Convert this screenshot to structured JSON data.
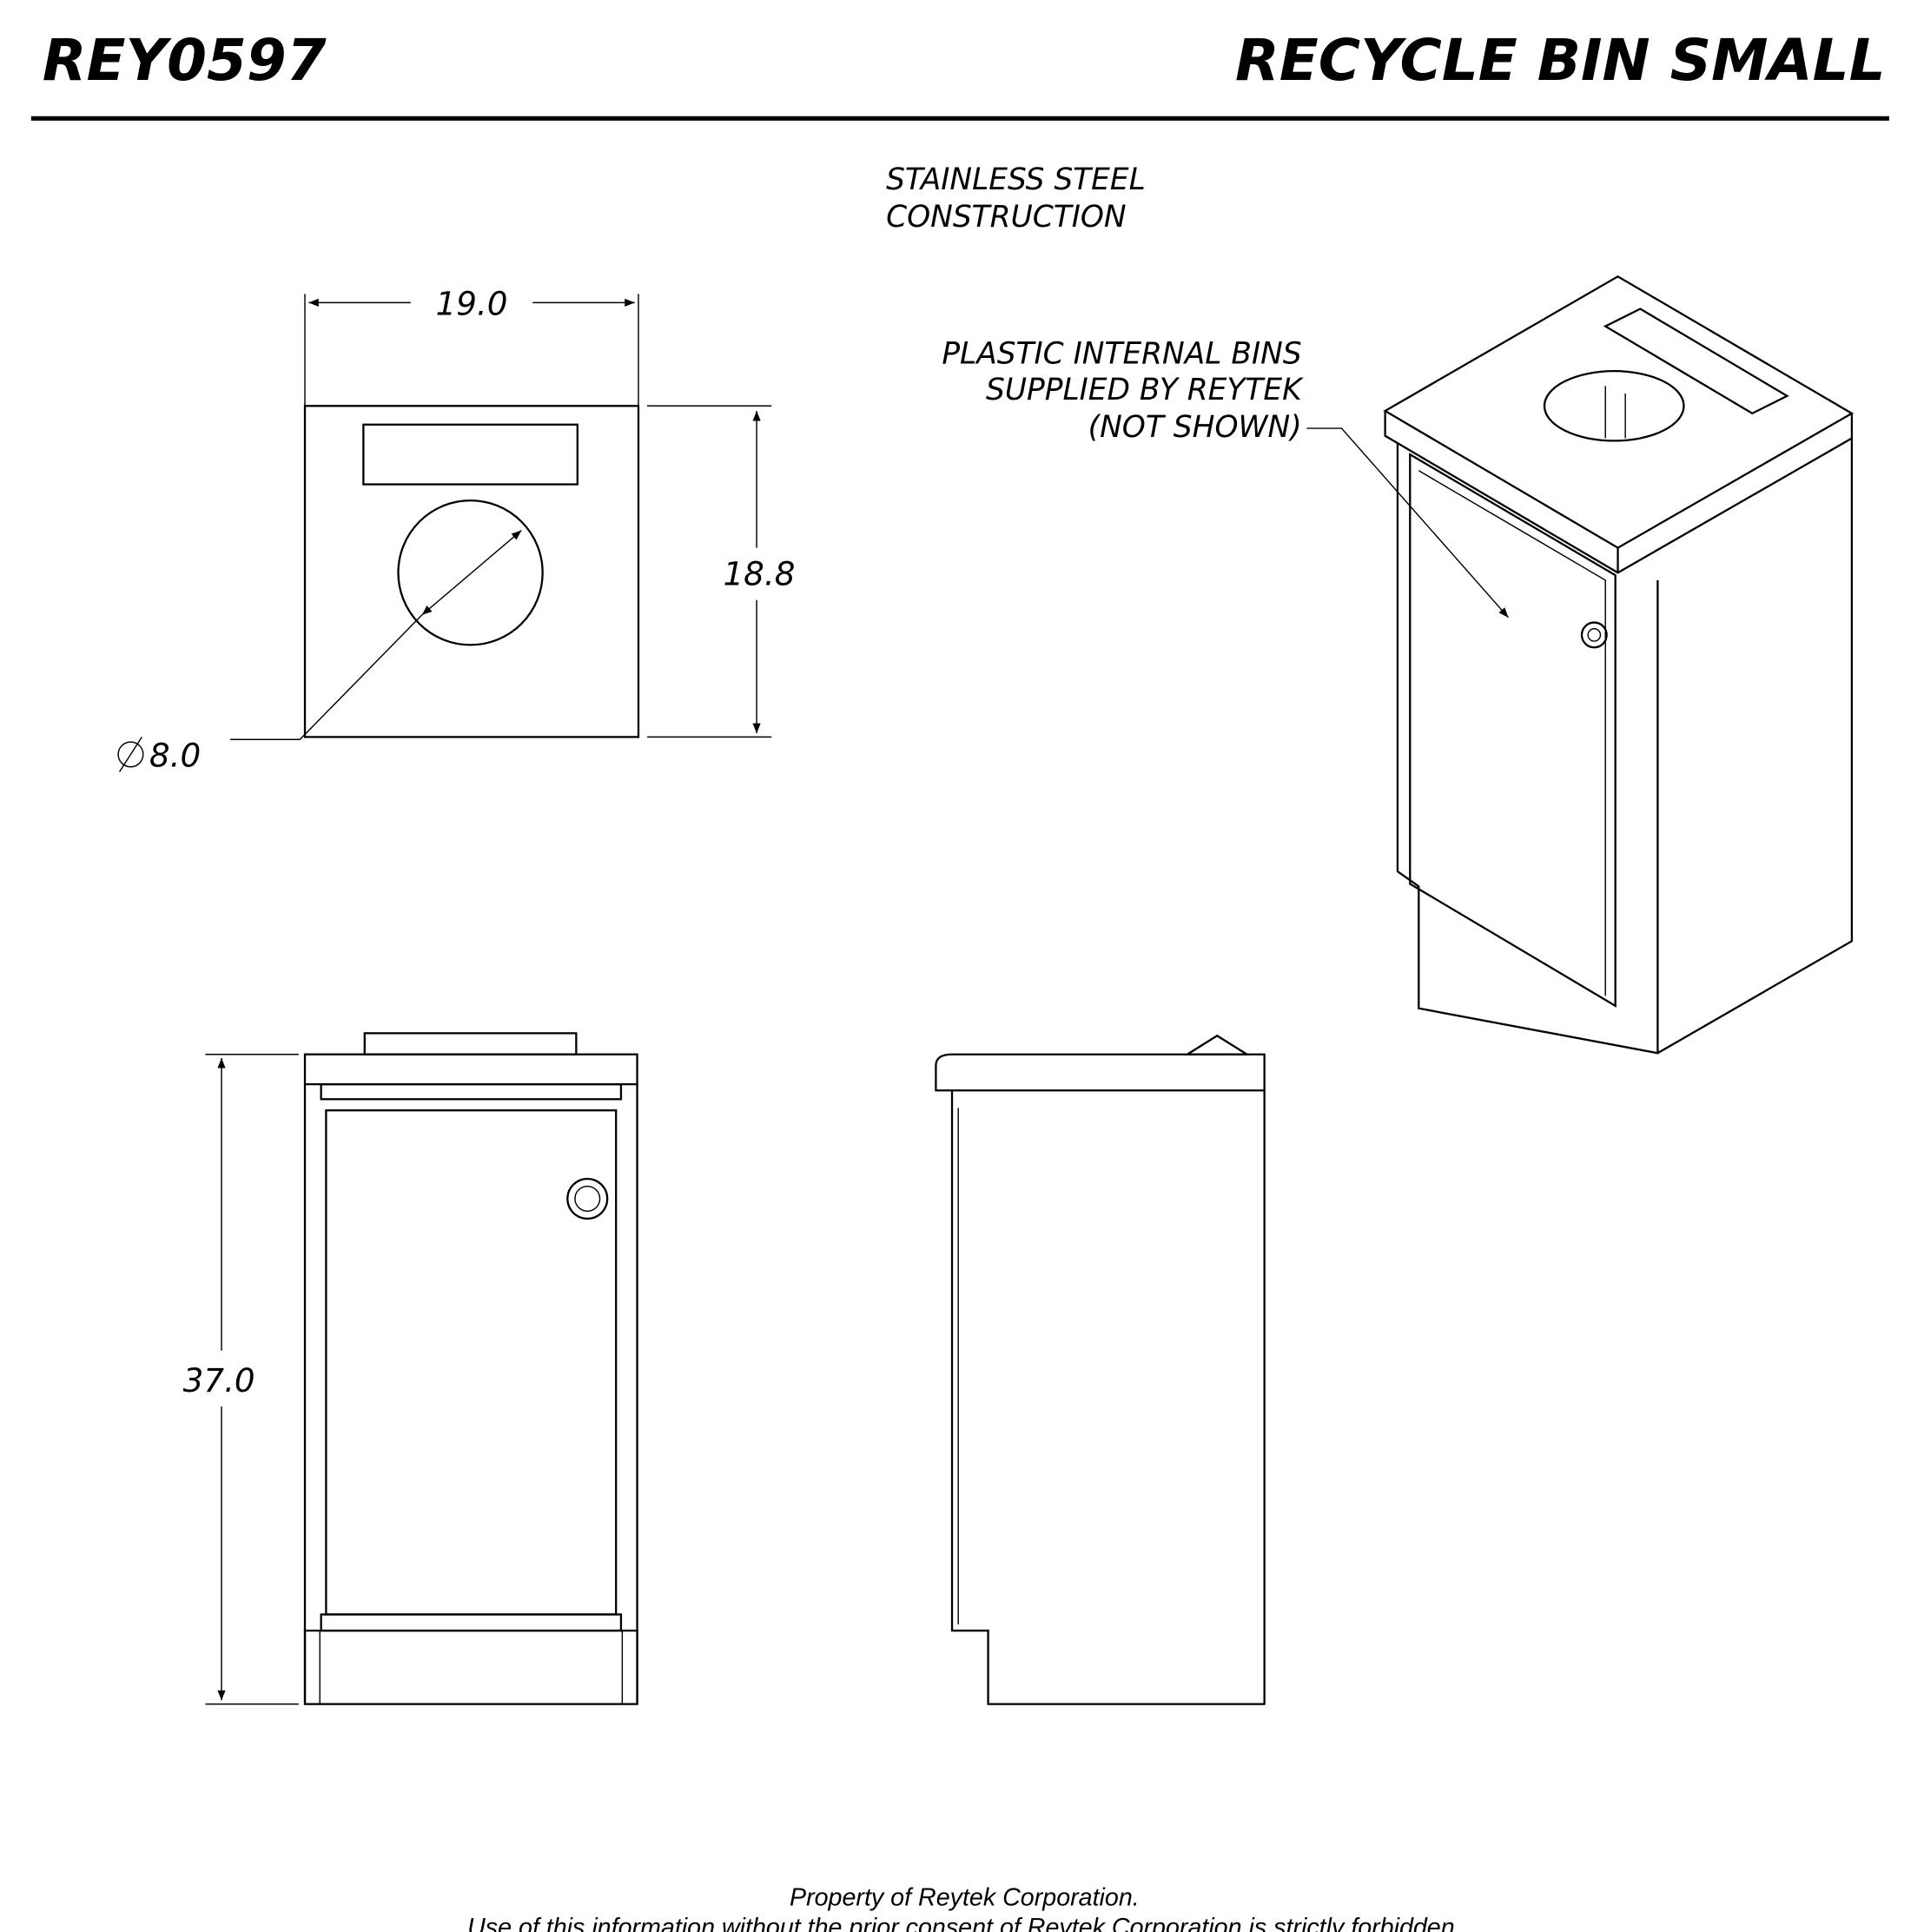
{
  "header": {
    "part_number": "REY0597",
    "title": "RECYCLE BIN SMALL"
  },
  "notes": {
    "material": [
      "STAINLESS STEEL",
      "CONSTRUCTION"
    ],
    "bins": [
      "PLASTIC INTERNAL BINS",
      "SUPPLIED BY REYTEK",
      "(NOT SHOWN)"
    ]
  },
  "dimensions": {
    "width": "19.0",
    "depth": "18.8",
    "hole_diameter": "8.0",
    "height": "37.0"
  },
  "footer": {
    "line1": "Property of Reytek Corporation.",
    "line2": "Use of this information without the prior consent of Reytek Corporation is strictly forbidden."
  }
}
